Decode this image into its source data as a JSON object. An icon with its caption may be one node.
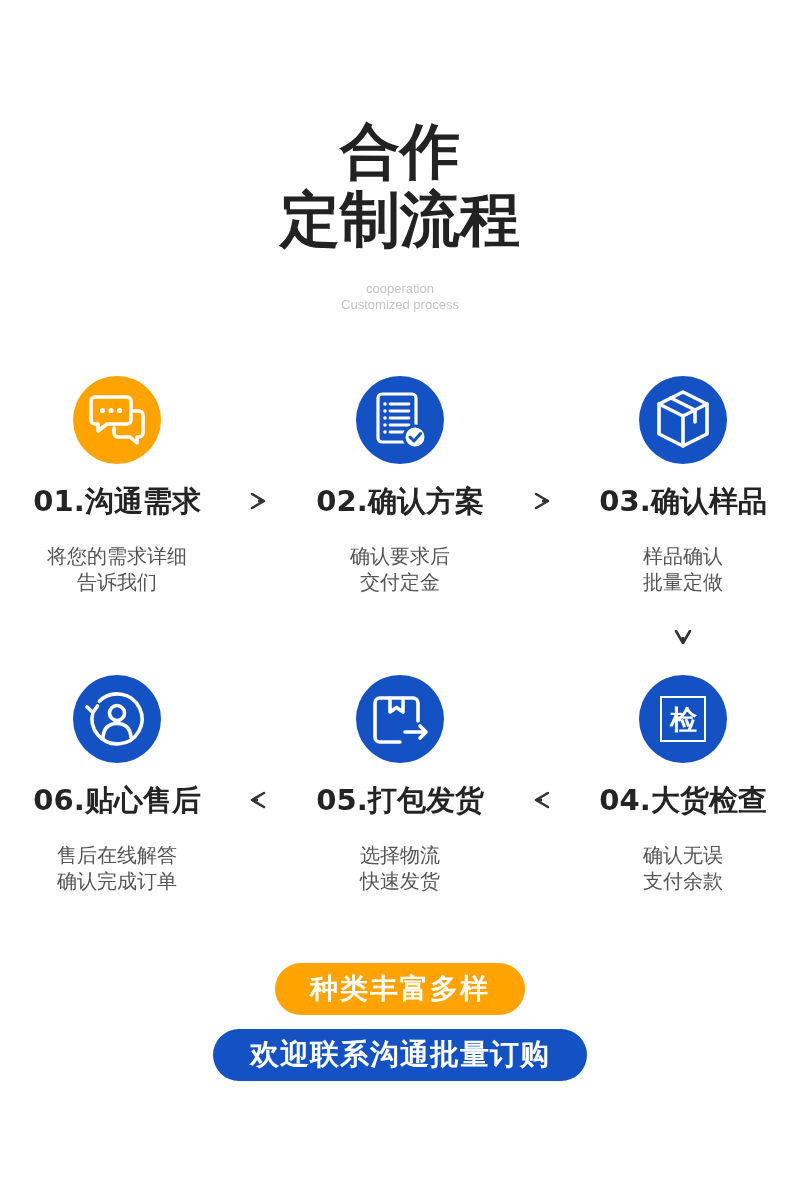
{
  "diagram": {
    "title": "合作定制流程",
    "nodes": [
      {
        "text": [
          "01.沟通需求",
          "将您的需求详细告诉我们"
        ]
      },
      {
        "text": [
          "02.确认方案",
          "确认要求后交付定金"
        ]
      },
      {
        "text": [
          "03.确认样品",
          "样品确认批量定做"
        ]
      },
      {
        "text": [
          "06.贴心售后",
          "售后在线解答确认完成订单"
        ]
      },
      {
        "text": [
          "05.打包发货",
          "选择物流快速发货"
        ]
      },
      {
        "text": [
          "04.大货检查",
          "确认无误支付余款"
        ]
      },
      {
        "text": [
          "检"
        ],
        "in": 5
      },
      {
        "text": [
          "种类丰富多样"
        ]
      },
      {
        "text": [
          "欢迎联系沟通批量订购"
        ]
      }
    ],
    "edges": [
      {
        "from": 0,
        "to": 1,
        "arrow": "to"
      },
      {
        "from": 1,
        "to": 2,
        "arrow": "to"
      },
      {
        "from": 2,
        "to": 5,
        "arrow": "to"
      },
      {
        "from": 5,
        "to": 4,
        "arrow": "to"
      },
      {
        "from": 4,
        "to": 3,
        "arrow": "to"
      }
    ],
    "labels": [
      "cooperation",
      "Customized process"
    ]
  }
}
